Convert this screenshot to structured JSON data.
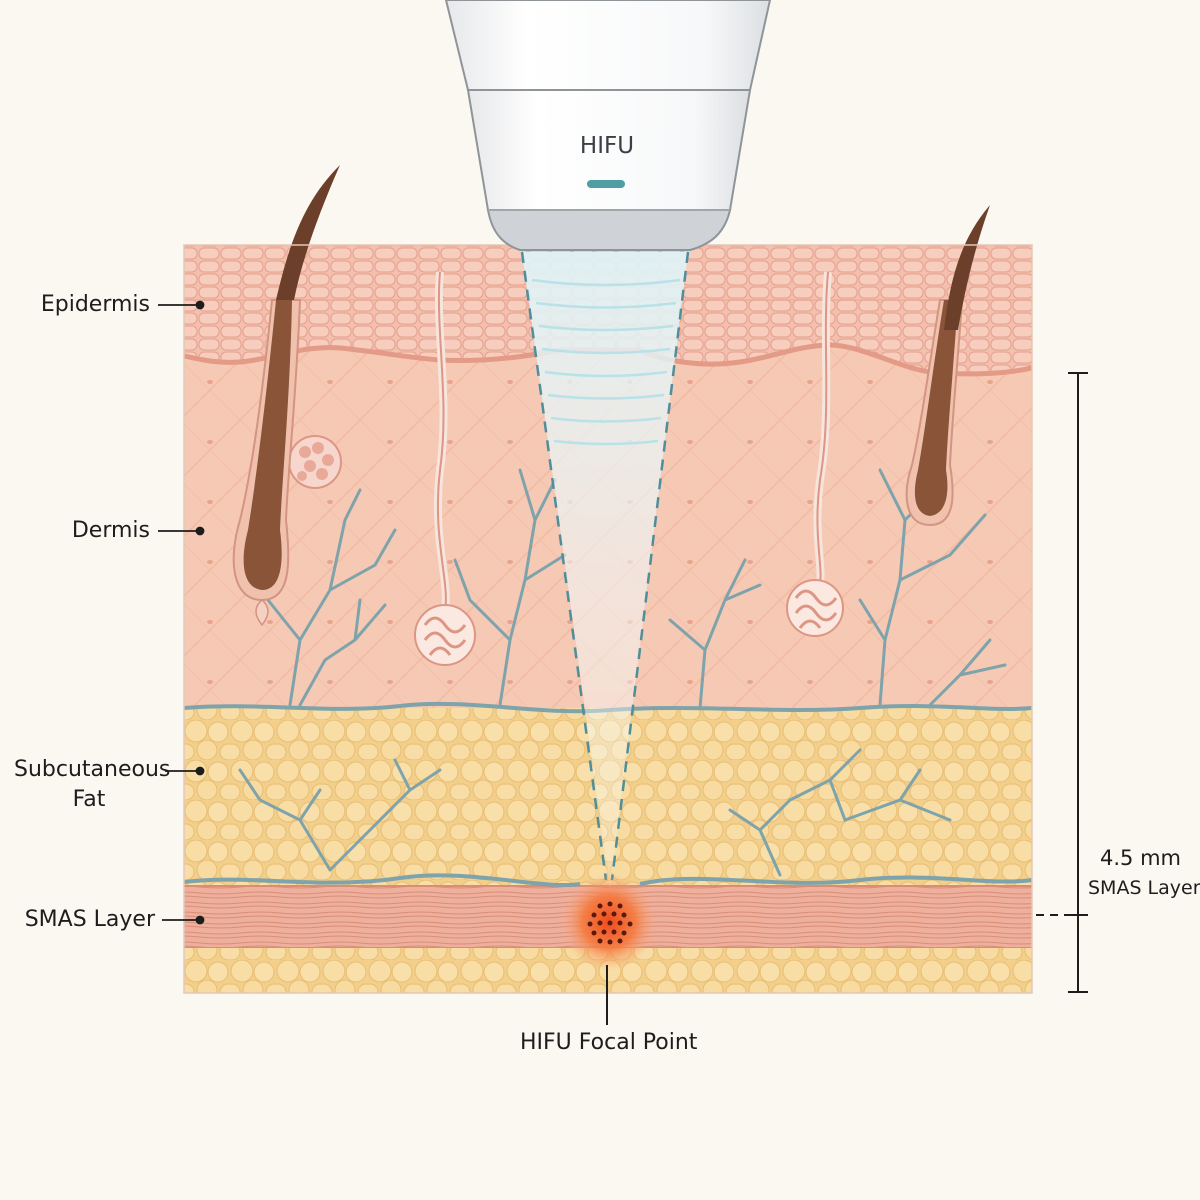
{
  "device": {
    "label": "HIFU"
  },
  "layers": {
    "epidermis": "Epidermis",
    "dermis": "Dermis",
    "subcutaneous_line1": "Subcutaneous",
    "subcutaneous_line2": "Fat",
    "smas": "SMAS Layer"
  },
  "focal_point": "HIFU Focal Point",
  "depth": {
    "value": "4.5 mm",
    "layer": "SMAS Layer"
  },
  "colors": {
    "background": "#fbf7f1",
    "epidermis": "#f1b6a6",
    "dermis": "#f6c9b4",
    "fat": "#f6d9a0",
    "smas": "#eaa996",
    "vessel": "#7fa3ab",
    "hair": "#6b3f2a",
    "focus": "#f05a28",
    "device_accent": "#4f9ea3",
    "beam": "#d6eef2"
  }
}
